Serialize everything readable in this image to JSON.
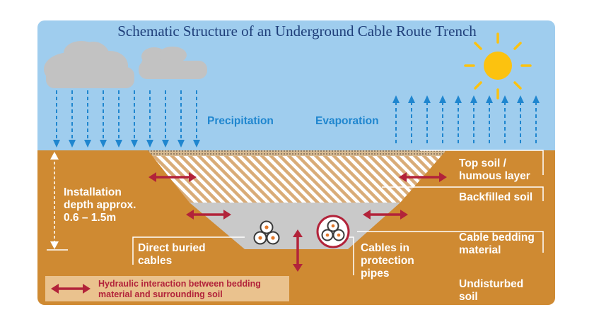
{
  "title": "Schematic Structure of an Underground Cable Route Trench",
  "labels": {
    "precipitation": "Precipitation",
    "evaporation": "Evaporation",
    "depth": [
      "Installation",
      "depth approx.",
      "0.6 – 1.5m"
    ],
    "top_soil": [
      "Top soil /",
      "humous layer"
    ],
    "backfilled_soil": "Backfilled soil",
    "cable_bedding": [
      "Cable bedding",
      "material"
    ],
    "undisturbed_soil": [
      "Undisturbed",
      "soil"
    ],
    "direct_buried": [
      "Direct buried",
      "cables"
    ],
    "cables_in_pipes": [
      "Cables in",
      "protection",
      "pipes"
    ]
  },
  "legend": {
    "text": [
      "Hydraulic interaction between bedding",
      "material and surrounding soil"
    ]
  },
  "colors": {
    "sky": "#9fcdee",
    "soil": "#cf8a32",
    "bedding": "#c9c9c9",
    "arrow_red": "#b2233a",
    "rain_blue": "#1f86cf",
    "sun": "#fcc20f",
    "cloud": "#c2c2c2",
    "legend_bg": "#eac28e"
  },
  "icons": {
    "cloud": "cloud-icon",
    "sun": "sun-icon",
    "cable_bundle": "cable-bundle-icon",
    "pipe": "protection-pipe-icon"
  }
}
